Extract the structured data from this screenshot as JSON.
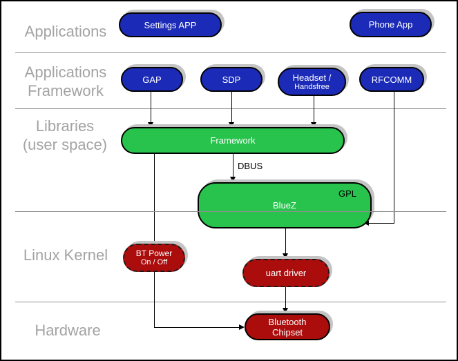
{
  "layers": {
    "applications": {
      "label": "Applications"
    },
    "applications_framework": {
      "line1": "Applications",
      "line2": "Framework"
    },
    "libraries": {
      "line1": "Libraries",
      "line2": "(user space)"
    },
    "linux_kernel": {
      "label": "Linux Kernel"
    },
    "hardware": {
      "label": "Hardware"
    }
  },
  "nodes": {
    "settings_app": {
      "label": "Settings APP"
    },
    "phone_app": {
      "label": "Phone App"
    },
    "gap": {
      "label": "GAP"
    },
    "sdp": {
      "label": "SDP"
    },
    "headset": {
      "line1": "Headset /",
      "line2": "Handsfree"
    },
    "rfcomm": {
      "label": "RFCOMM"
    },
    "framework": {
      "label": "Framework"
    },
    "bluez": {
      "label": "BlueZ",
      "license": "GPL"
    },
    "bt_power": {
      "line1": "BT Power",
      "line2": "On / Off"
    },
    "uart_driver": {
      "label": "uart driver"
    },
    "bluetooth_chipset": {
      "line1": "Bluetooth",
      "line2": "Chipset"
    }
  },
  "edge_labels": {
    "dbus": "DBUS"
  },
  "colors": {
    "app_blue": "#1b2bb8",
    "lib_green": "#27c34c",
    "kernel_red": "#ab0d0d",
    "layer_label_gray": "#a3a3a3",
    "separator_gray": "#8f8f8f",
    "shadow_gray": "#c4c4c4",
    "connector_black": "#000000"
  }
}
